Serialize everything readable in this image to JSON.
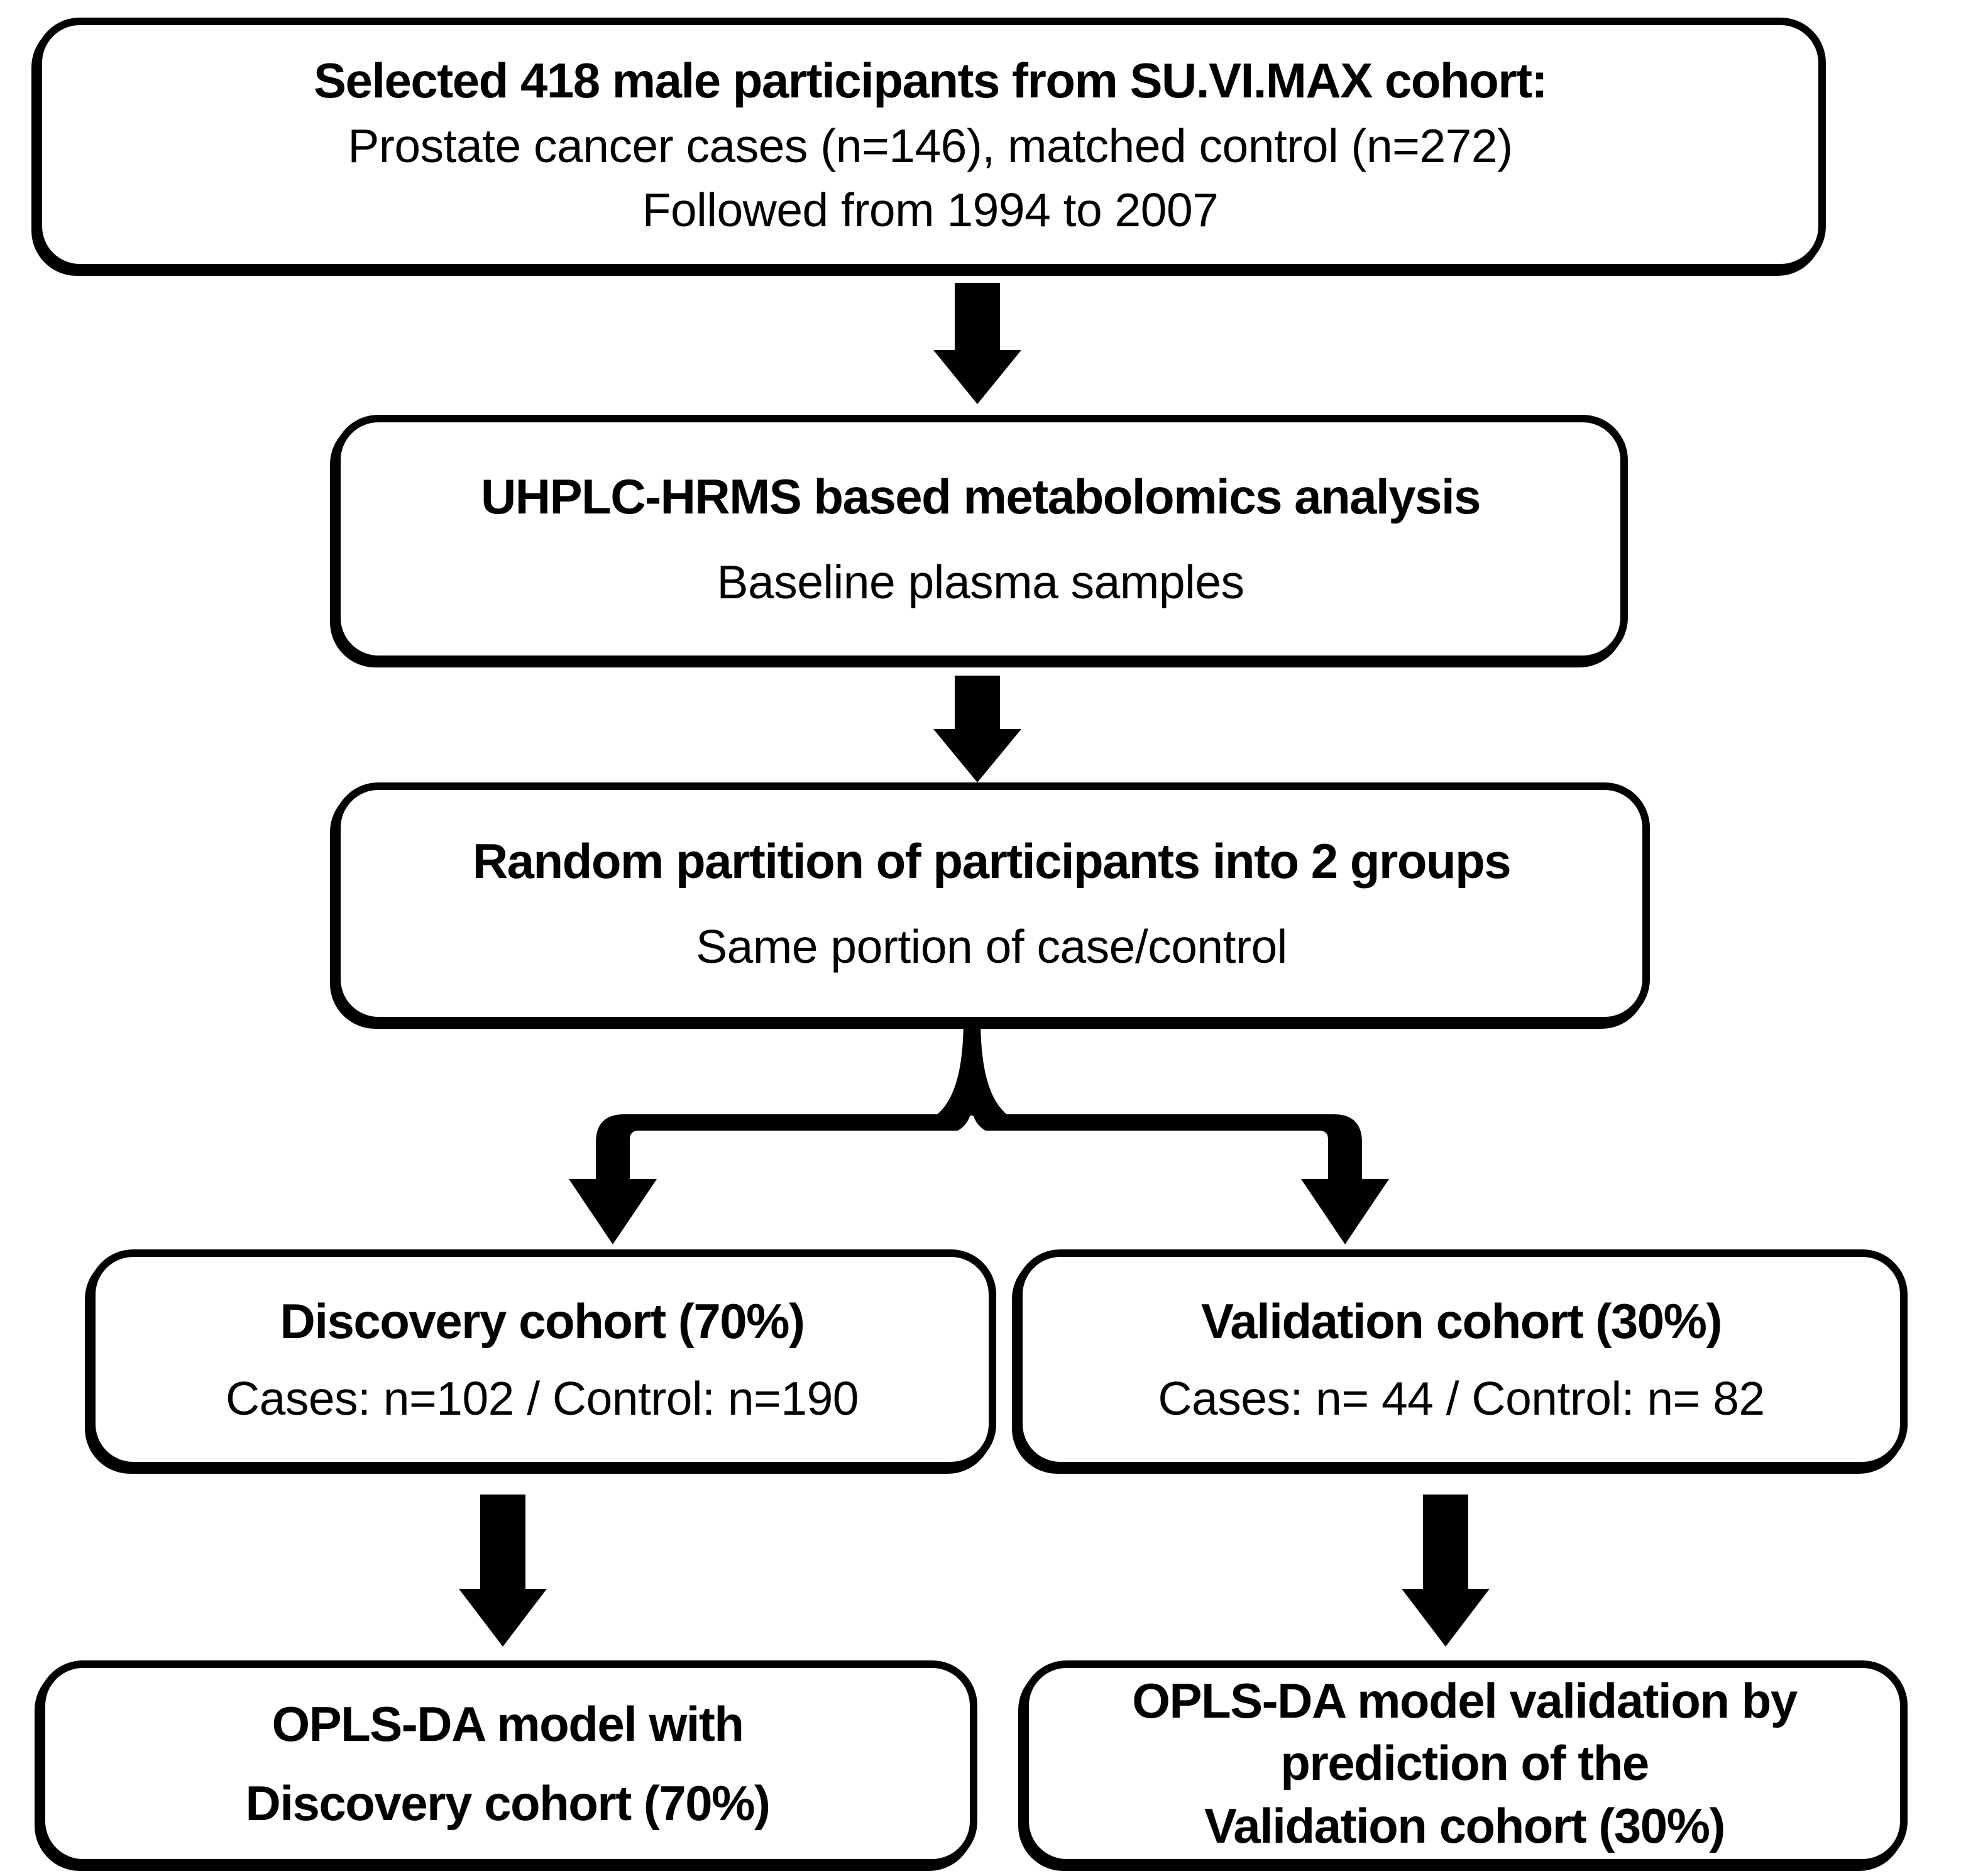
{
  "colors": {
    "ink": "#000000",
    "paper": "#ffffff"
  },
  "boxes": [
    {
      "name": "cohort-selection",
      "lines": [
        "Selected 418 male participants from SU.VI.MAX cohort:",
        "Prostate cancer cases (n=146), matched control (n=272)",
        "Followed from 1994 to 2007"
      ]
    },
    {
      "name": "metabolomics-analysis",
      "lines": [
        "UHPLC-HRMS based metabolomics analysis",
        "Baseline plasma samples"
      ]
    },
    {
      "name": "random-partition",
      "lines": [
        "Random partition of participants into 2 groups",
        "Same portion of case/control"
      ]
    },
    {
      "name": "discovery-cohort",
      "lines": [
        "Discovery cohort (70%)",
        "Cases: n=102 / Control: n=190"
      ]
    },
    {
      "name": "validation-cohort",
      "lines": [
        "Validation cohort (30%)",
        "Cases: n= 44 / Control: n= 82"
      ]
    },
    {
      "name": "opls-da-discovery-model",
      "lines": [
        "OPLS-DA model with",
        "Discovery cohort (70%)"
      ]
    },
    {
      "name": "opls-da-validation",
      "lines": [
        "OPLS-DA model validation by",
        "prediction of the",
        "Validation cohort (30%)"
      ]
    }
  ]
}
